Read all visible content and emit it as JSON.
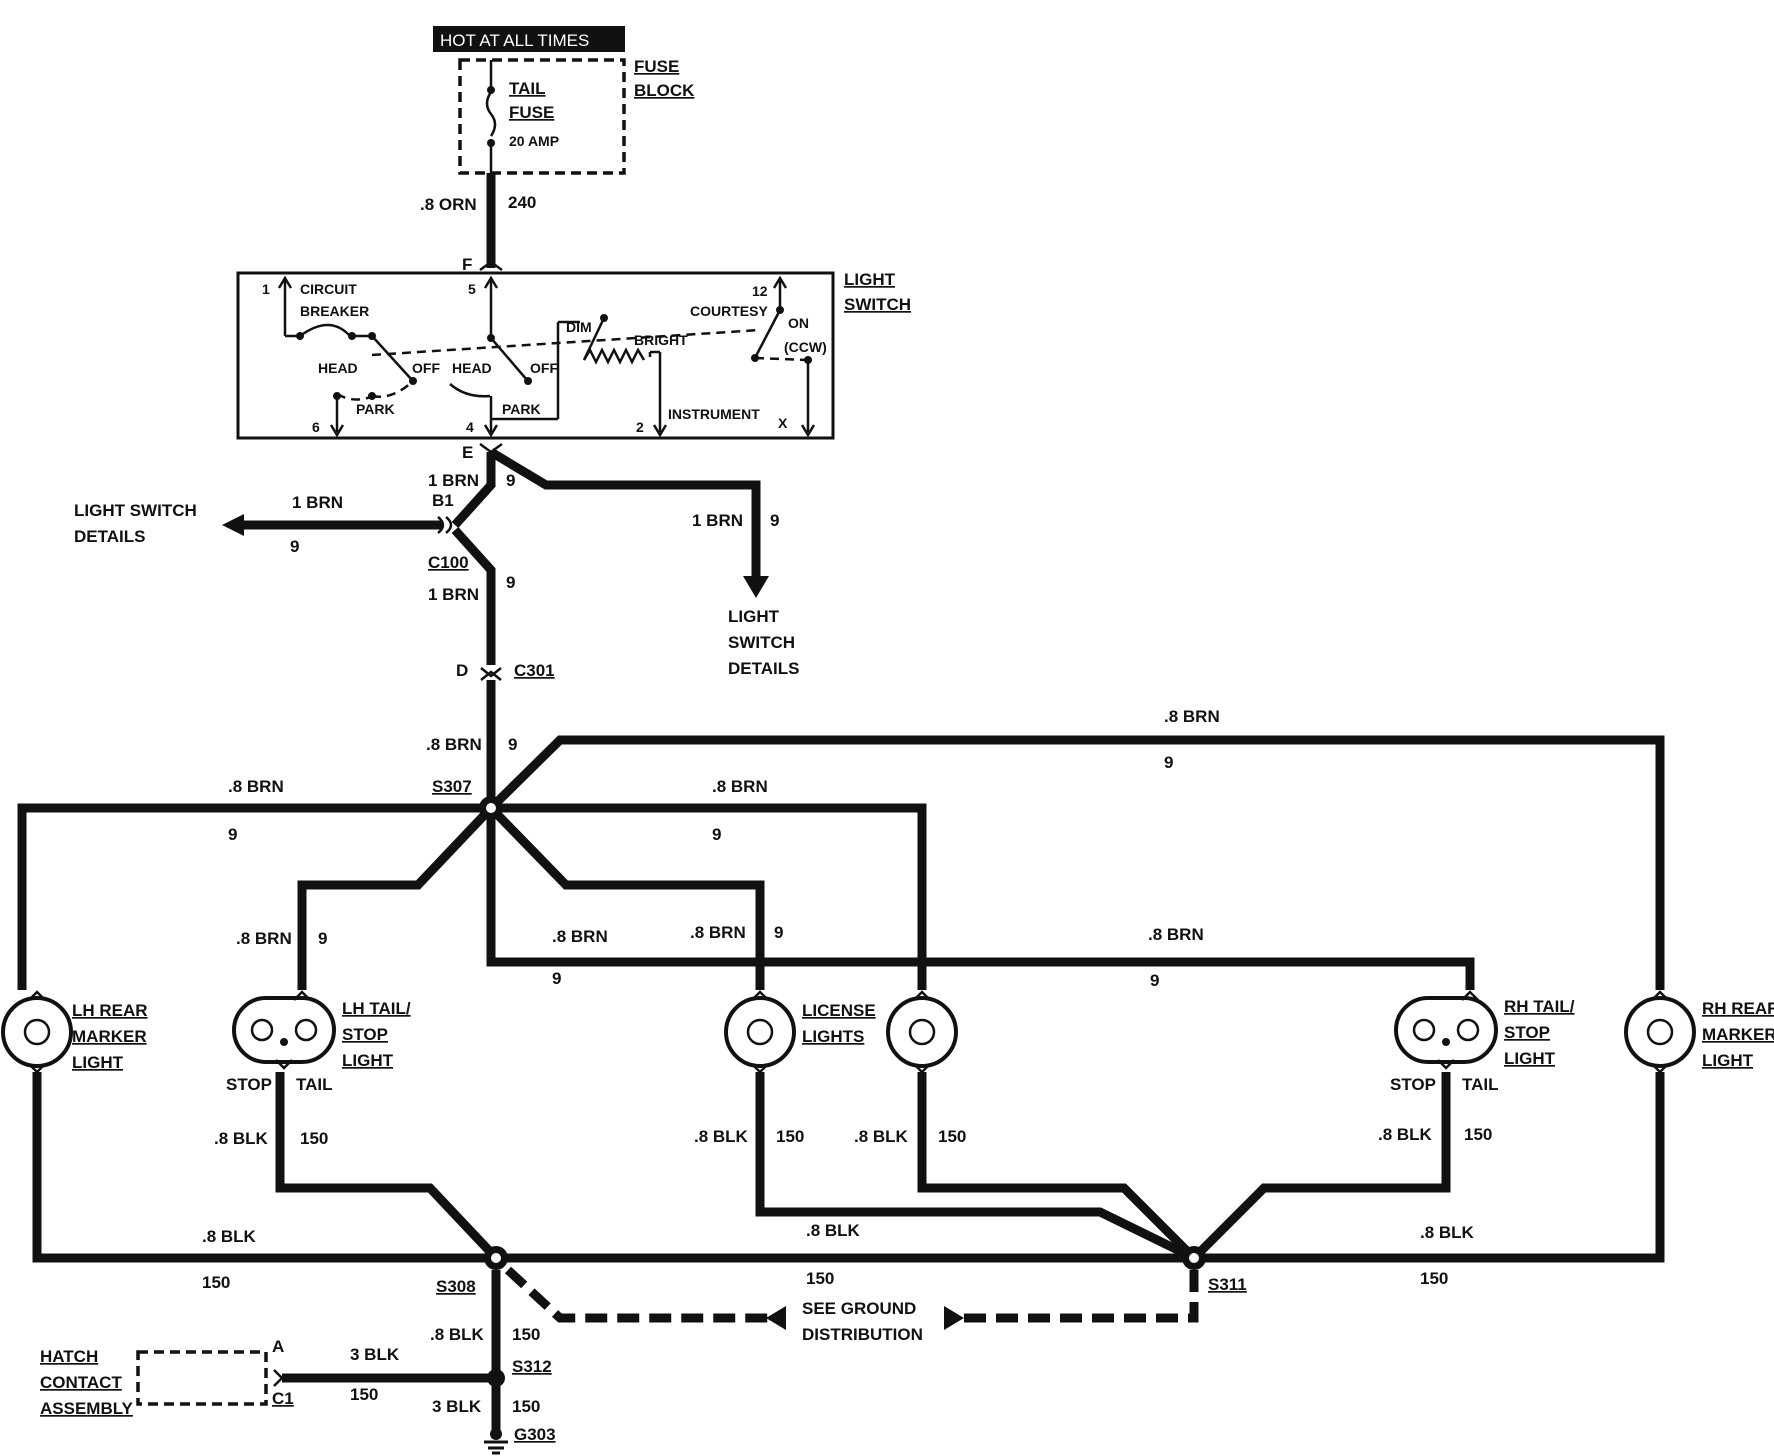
{
  "power": {
    "hot_label": "HOT AT ALL TIMES"
  },
  "fuse_block": {
    "title_line1": "FUSE",
    "title_line2": "BLOCK",
    "fuse_line1": "TAIL",
    "fuse_line2": "FUSE",
    "rating": "20 AMP"
  },
  "feed_wire": {
    "gauge_color": ".8 ORN",
    "circuit": "240",
    "terminal": "F"
  },
  "light_switch": {
    "title_line1": "LIGHT",
    "title_line2": "SWITCH",
    "circuit_breaker_line1": "CIRCUIT",
    "circuit_breaker_line2": "BREAKER",
    "head1": "HEAD",
    "off1": "OFF",
    "park1": "PARK",
    "head2": "HEAD",
    "off2": "OFF",
    "park2": "PARK",
    "dim": "DIM",
    "bright": "BRIGHT",
    "courtesy": "COURTESY",
    "on": "ON",
    "ccw": "(CCW)",
    "instrument": "INSTRUMENT",
    "pin1": "1",
    "pin5": "5",
    "pin12": "12",
    "pin6": "6",
    "pin4": "4",
    "pin2": "2",
    "pinx": "X",
    "terminal_e": "E"
  },
  "connectors": {
    "c100": "C100",
    "b1": "B1",
    "c301": "C301",
    "d": "D",
    "hatch_a": "A",
    "hatch_c1": "C1"
  },
  "wires": {
    "brn1_a": "1 BRN",
    "brn1_a_ckt": "9",
    "brn1_left": "1 BRN",
    "brn1_left_ckt": "9",
    "brn1_right": "1 BRN",
    "brn1_right_ckt": "9",
    "brn1_b": "1 BRN",
    "brn1_b_ckt": "9",
    "brn8_main": ".8 BRN",
    "brn8_main_ckt": "9",
    "brn8_far_right": ".8 BRN",
    "brn8_far_right_ckt": "9",
    "brn8_left": ".8 BRN",
    "brn8_left_ckt": "9",
    "brn8_mid": ".8 BRN",
    "brn8_mid_ckt": "9",
    "brn8_lhtail": ".8 BRN",
    "brn8_lhtail_ckt": "9",
    "brn8_lower": ".8 BRN",
    "brn8_lower_ckt": "9",
    "brn8_license": ".8 BRN",
    "brn8_license_ckt": "9",
    "brn8_rhtail": ".8 BRN",
    "brn8_rhtail_ckt": "9",
    "blk_lh_stop": ".8 BLK",
    "blk_lh_stop_ckt": "150",
    "blk_license": ".8 BLK",
    "blk_license_ckt": "150",
    "blk_center": ".8 BLK",
    "blk_center_ckt": "150",
    "blk_rh_stop": ".8 BLK",
    "blk_rh_stop_ckt": "150",
    "blk_left_bottom": ".8 BLK",
    "blk_left_bottom_ckt": "150",
    "blk_mid_bottom": ".8 BLK",
    "blk_mid_bottom_ckt": "150",
    "blk_right_bottom": ".8 BLK",
    "blk_right_bottom_ckt": "150",
    "blk_s308_down": ".8 BLK",
    "blk_s308_down_ckt": "150",
    "blk3_hatch": "3 BLK",
    "blk3_hatch_ckt": "150",
    "blk3_ground": "3 BLK",
    "blk3_ground_ckt": "150"
  },
  "splices": {
    "s307": "S307",
    "s308": "S308",
    "s311": "S311",
    "s312": "S312",
    "g303": "G303"
  },
  "references": {
    "left_line1": "LIGHT SWITCH",
    "left_line2": "DETAILS",
    "right_line1": "LIGHT",
    "right_line2": "SWITCH",
    "right_line3": "DETAILS",
    "ground_line1": "SEE GROUND",
    "ground_line2": "DISTRIBUTION"
  },
  "lamps": {
    "lh_marker": [
      "LH REAR",
      "MARKER",
      "LIGHT"
    ],
    "lh_tail": [
      "LH TAIL/",
      "STOP",
      "LIGHT"
    ],
    "lh_stop": "STOP",
    "lh_tail_pin": "TAIL",
    "license": [
      "LICENSE",
      "LIGHTS"
    ],
    "rh_tail": [
      "RH TAIL/",
      "STOP",
      "LIGHT"
    ],
    "rh_stop": "STOP",
    "rh_tail_pin": "TAIL",
    "rh_marker": [
      "RH REAR",
      "MARKER",
      "LIGHT"
    ]
  },
  "hatch": [
    "HATCH",
    "CONTACT",
    "ASSEMBLY"
  ]
}
